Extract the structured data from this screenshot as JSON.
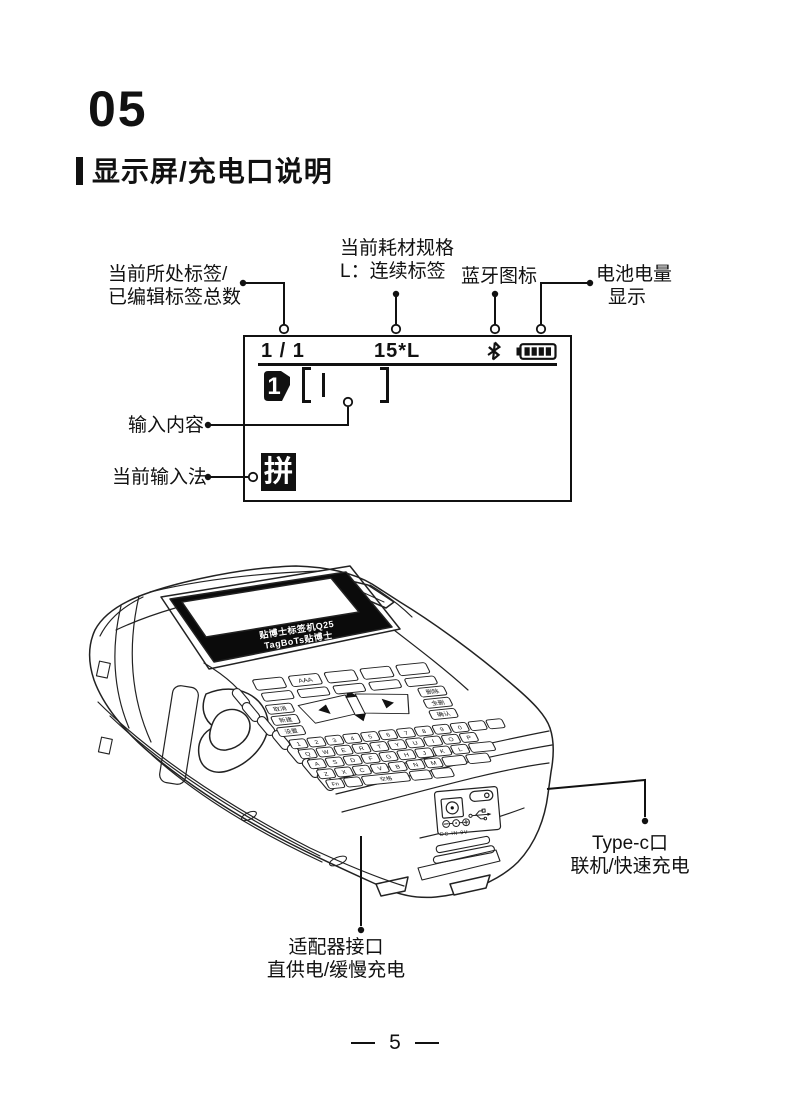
{
  "header": {
    "section_number": "05",
    "section_title": "显示屏/充电口说明"
  },
  "screen": {
    "status_bar": {
      "label_position": "1 / 1",
      "media_spec": "15*L"
    },
    "editor": {
      "label_index_badge": "1",
      "bracket_open": "[",
      "bracket_close": "]",
      "input_cursor": "|",
      "input_method_badge": "拼"
    }
  },
  "callouts": {
    "label_position": {
      "lines": [
        "当前所处标签/",
        "已编辑标签总数"
      ]
    },
    "media_spec": {
      "lines": [
        "当前耗材规格",
        "L：连续标签"
      ]
    },
    "bluetooth": {
      "label": "蓝牙图标"
    },
    "battery": {
      "lines": [
        "电池电量",
        "显示"
      ]
    },
    "input_content": {
      "label": "输入内容"
    },
    "input_method": {
      "label": "当前输入法"
    },
    "type_c": {
      "lines": [
        "Type-c口",
        "联机/快速充电"
      ]
    },
    "adapter": {
      "lines": [
        "适配器接口",
        "直供电/缓慢充电"
      ]
    }
  },
  "device": {
    "bezel_text_line1": "贴博士标签机Q25",
    "bezel_text_line2": "TagBoTs贴博士",
    "port_panel_label": "DC IN 9V",
    "keyboard": {
      "function_row": [
        "",
        "AAA",
        "",
        "",
        ""
      ],
      "left_keys": [
        "取消",
        "新建",
        "设置"
      ],
      "right_keys": [
        "删除",
        "全删",
        "确认"
      ],
      "number_row": [
        "1",
        "2",
        "3",
        "4",
        "5",
        "6",
        "7",
        "8",
        "9",
        "0"
      ],
      "letter_rows": [
        [
          "Q",
          "W",
          "E",
          "R",
          "T",
          "Y",
          "U",
          "I",
          "O",
          "P"
        ],
        [
          "A",
          "S",
          "D",
          "F",
          "G",
          "H",
          "J",
          "K",
          "L"
        ],
        [
          "Z",
          "X",
          "C",
          "V",
          "B",
          "N",
          "M"
        ]
      ],
      "bottom_row": [
        "Fn",
        "空格"
      ]
    }
  },
  "footer": {
    "page_number": "5"
  },
  "colors": {
    "ink": "#111111",
    "background": "#ffffff"
  }
}
